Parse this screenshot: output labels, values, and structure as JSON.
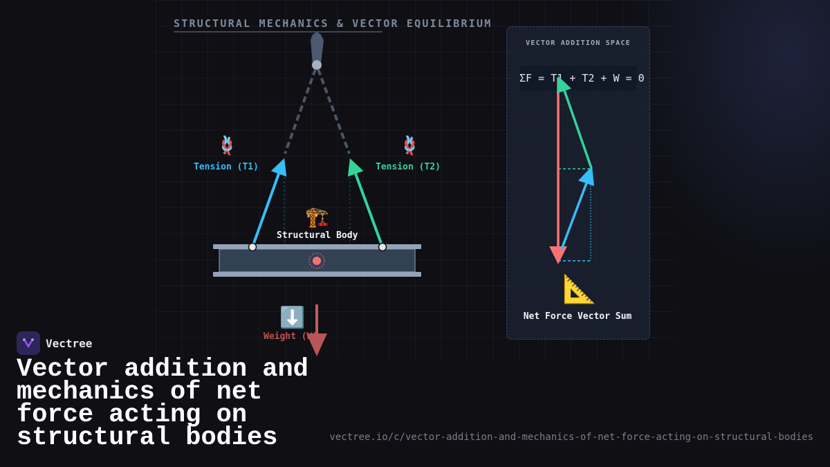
{
  "diagram": {
    "title": "STRUCTURAL MECHANICS & VECTOR EQUILIBRIUM",
    "tension1_label": "Tension (T1)",
    "tension2_label": "Tension (T2)",
    "body_label": "Structural Body",
    "weight_label": "Weight (W)",
    "icons": {
      "tension": "knot-emoji",
      "body": "crane-emoji",
      "weight": "down-arrow-emoji",
      "sum": "triangle-ruler-emoji"
    },
    "colors": {
      "tension1": "#38bdf8",
      "tension2": "#34d399",
      "weight": "#f87171",
      "rope": "#4b5563",
      "beam": "#94a3b8"
    }
  },
  "panel": {
    "title": "VECTOR ADDITION SPACE",
    "formula": "ΣF = T1 + T2 + W = 0",
    "caption": "Net Force Vector Sum"
  },
  "brand": {
    "name": "Vectree"
  },
  "headline": "Vector addition and mechanics of net force acting on structural bodies",
  "url": "vectree.io/c/vector-addition-and-mechanics-of-net-force-acting-on-structural-bodies"
}
